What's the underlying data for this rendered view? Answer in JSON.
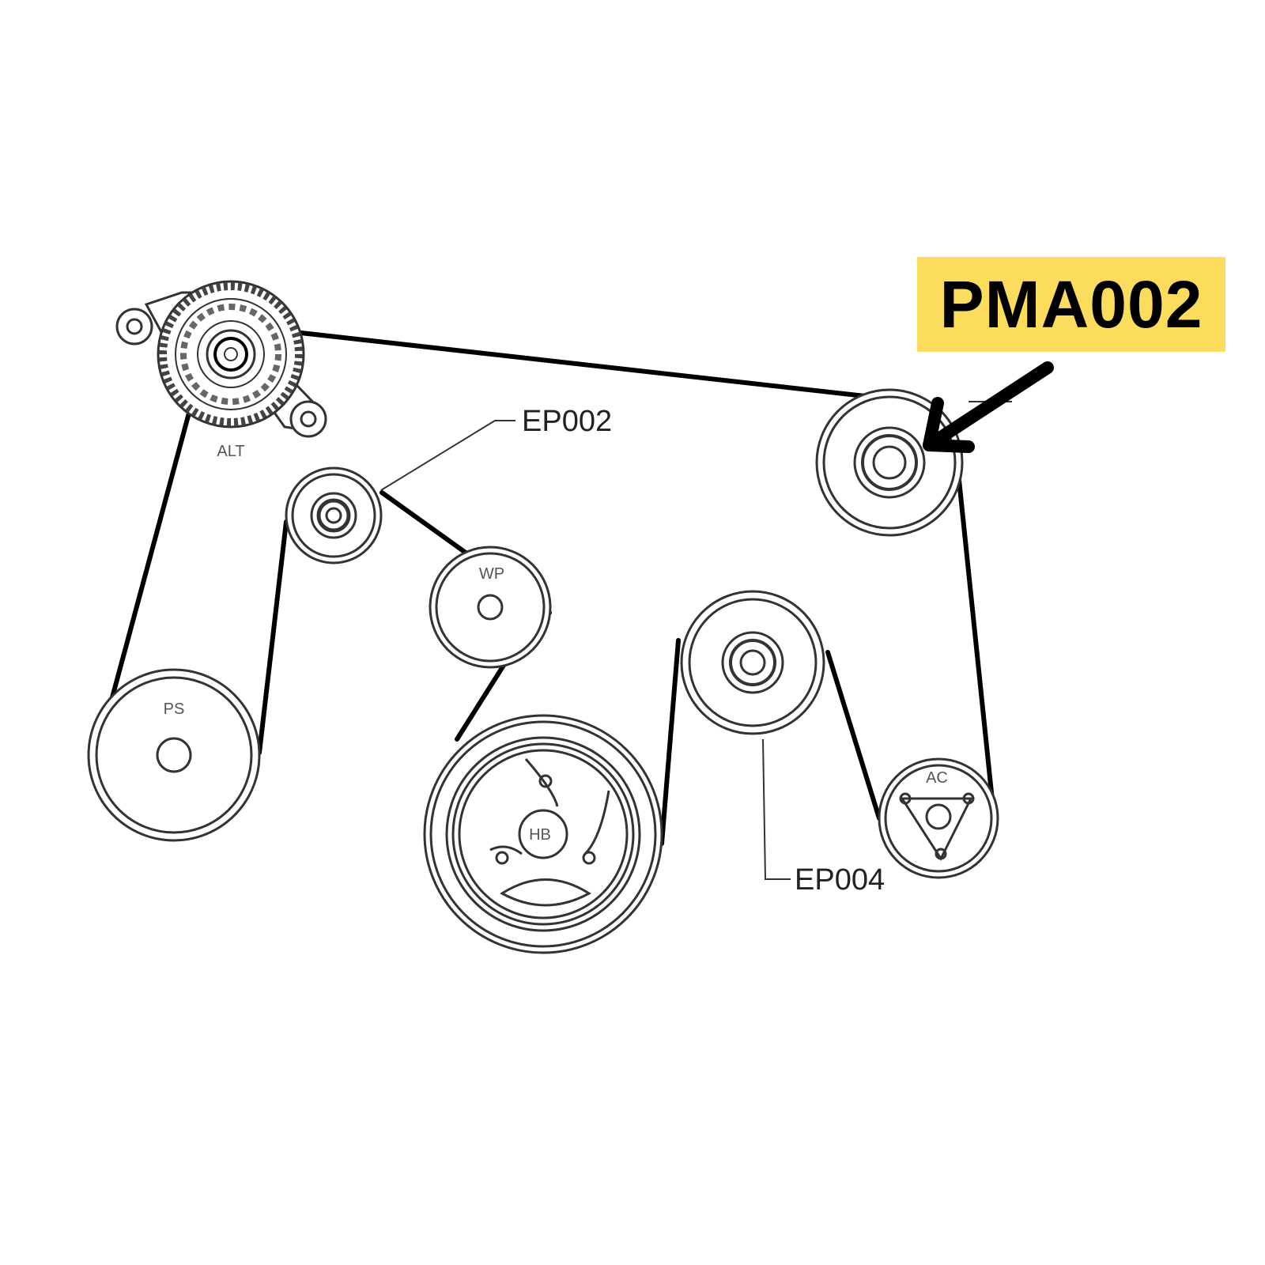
{
  "part_number": "PMA002",
  "colors": {
    "badge": "#fcdc5c",
    "belt": "#000000",
    "line": "#333333",
    "arrow": "#000000"
  },
  "pulleys": {
    "alt": "ALT",
    "wp": "WP",
    "ps": "PS",
    "hb": "HB",
    "ac": "AC"
  },
  "callouts": {
    "ep002": "EP002",
    "ep004": "EP004"
  }
}
